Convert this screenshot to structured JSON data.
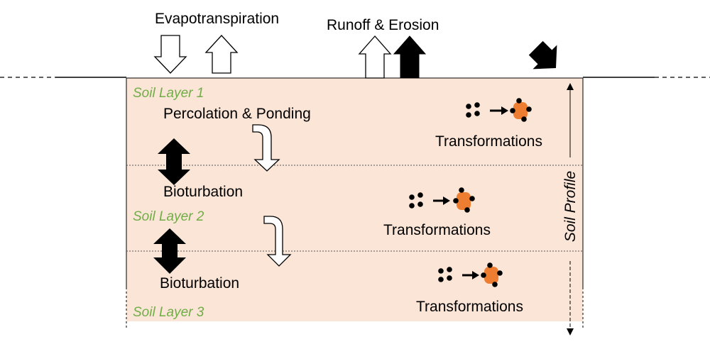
{
  "colors": {
    "soil_fill": "#fbe5d6",
    "layer_label": "#70ad47",
    "particle_orange": "#ed7d31",
    "arrow_black": "#000000"
  },
  "labels": {
    "evapotranspiration": "Evapotranspiration",
    "runoff_erosion": "Runoff & Erosion",
    "percolation_ponding": "Percolation & Ponding",
    "bioturbation_1": "Bioturbation",
    "bioturbation_2": "Bioturbation",
    "transformations_1": "Transformations",
    "transformations_2": "Transformations",
    "transformations_3": "Transformations",
    "soil_profile": "Soil Profile"
  },
  "layers": [
    {
      "name": "Soil Layer 1"
    },
    {
      "name": "Soil Layer 2"
    },
    {
      "name": "Soil Layer 3"
    }
  ]
}
